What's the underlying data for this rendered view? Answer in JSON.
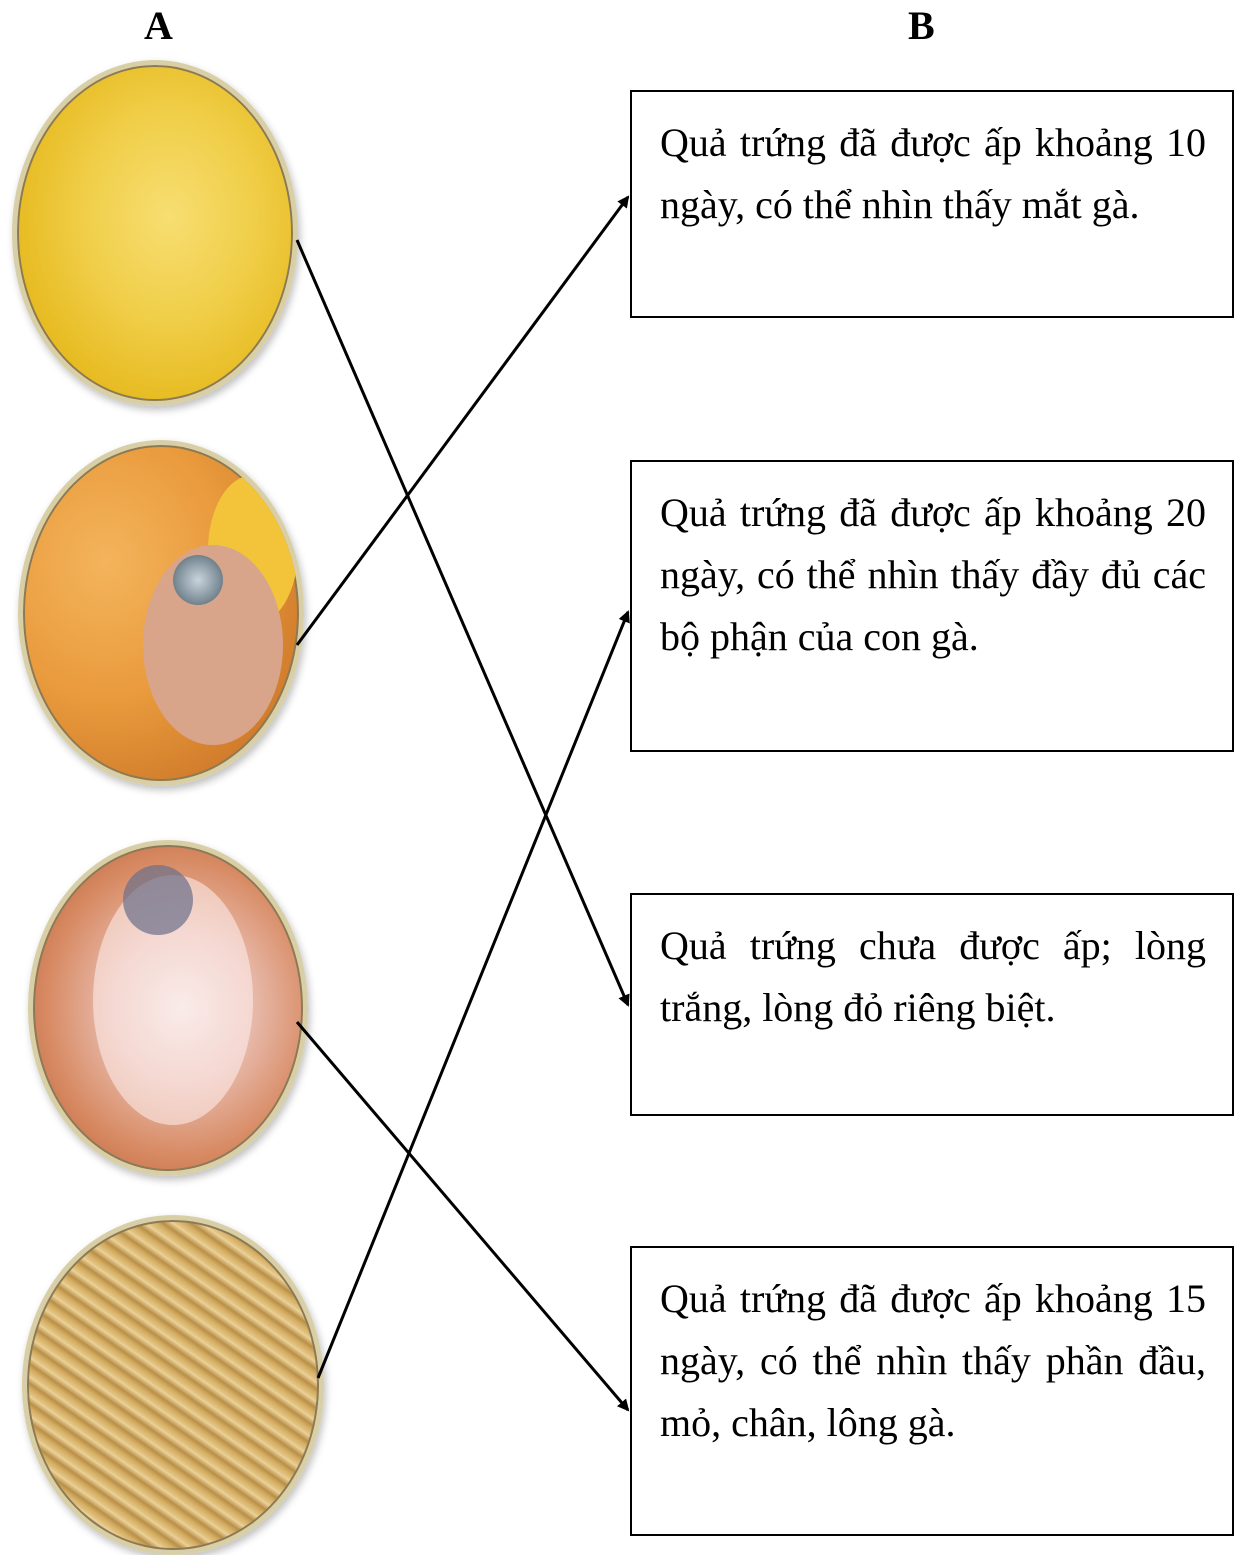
{
  "headers": {
    "column_a": "A",
    "column_b": "B"
  },
  "eggs": [
    {
      "id": "egg-1",
      "depicts": "unincubated egg with yolk"
    },
    {
      "id": "egg-2",
      "depicts": "egg with visible chick eye"
    },
    {
      "id": "egg-3",
      "depicts": "egg with chick head, beak, legs, feathers"
    },
    {
      "id": "egg-4",
      "depicts": "egg with fully formed chick"
    }
  ],
  "descriptions": [
    {
      "text": "Quả trứng đã được ấp khoảng 10 ngày, có thể nhìn thấy mắt gà."
    },
    {
      "text": "Quả trứng đã được ấp khoảng 20 ngày, có thể nhìn thấy đầy đủ các bộ phận của con gà."
    },
    {
      "text": "Quả trứng chưa được ấp; lòng trắng, lòng đỏ riêng biệt."
    },
    {
      "text": "Quả trứng đã được ấp khoảng 15 ngày, có thể nhìn thấy phần đầu, mỏ, chân, lông gà."
    }
  ],
  "matches": [
    {
      "from": 1,
      "to": 3
    },
    {
      "from": 2,
      "to": 1
    },
    {
      "from": 3,
      "to": 4
    },
    {
      "from": 4,
      "to": 2
    }
  ],
  "colors": {
    "line": "#000000",
    "background": "#ffffff"
  }
}
